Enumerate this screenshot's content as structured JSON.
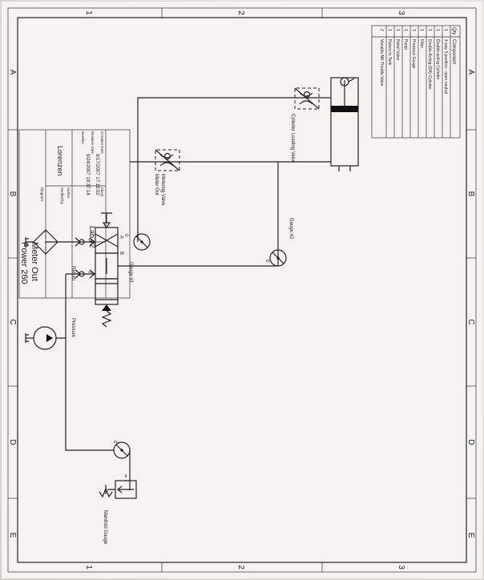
{
  "zones": {
    "cols_top": [
      "A",
      "B",
      "C",
      "D",
      "E"
    ],
    "cols_bottom": [
      "A",
      "B",
      "C",
      "D",
      "E"
    ],
    "rows": [
      "1",
      "2",
      "3"
    ]
  },
  "labels": {
    "manifold_gauge": "Manifold Gauge",
    "gauge1_value": "0",
    "gauge1": "Gauge #1",
    "gauge2": "Gauge #2",
    "gauge2_value": "0",
    "manifold_value": "0",
    "pressure": "Pressure",
    "return": "Return",
    "port_a": "A",
    "port_b": "B",
    "port_p": "P",
    "port_t": "T",
    "metering_valve": "Metering Valve",
    "meter_out": "Meter Out",
    "cylinder_loading_valve": "Cylinder Loading Valve"
  },
  "bom": {
    "headers": [
      "Qty",
      "Component"
    ],
    "rows": [
      {
        "qty": "1",
        "item": "4 way 3 position - open neutral"
      },
      {
        "qty": "1",
        "item": "Double-acting Cylinder"
      },
      {
        "qty": "1",
        "item": "Double-Acting (DA) Cylinder"
      },
      {
        "qty": "1",
        "item": "Filter"
      },
      {
        "qty": "3",
        "item": "Pressure Gauge"
      },
      {
        "qty": "1",
        "item": "Pump"
      },
      {
        "qty": "1",
        "item": "Relief Valve"
      },
      {
        "qty": "1",
        "item": "Return to Tank"
      },
      {
        "qty": "2",
        "item": "Variable NR Throttle Valve"
      }
    ]
  },
  "title_block": {
    "title": "Lab #2",
    "author": "Lorenzen",
    "creation_date": "9/17/2007 17:19:02",
    "revision_date": "9/24/2007 19:37:18",
    "drawing_name": "Meter Out",
    "drawing_no": "Power 260",
    "label_client": "Client",
    "label_author": "Author",
    "label_verified": "Verified by",
    "label_diagram": "Diagram",
    "label_creation": "Creation Date",
    "label_revision": "Revision Date",
    "label_number": "Number"
  }
}
